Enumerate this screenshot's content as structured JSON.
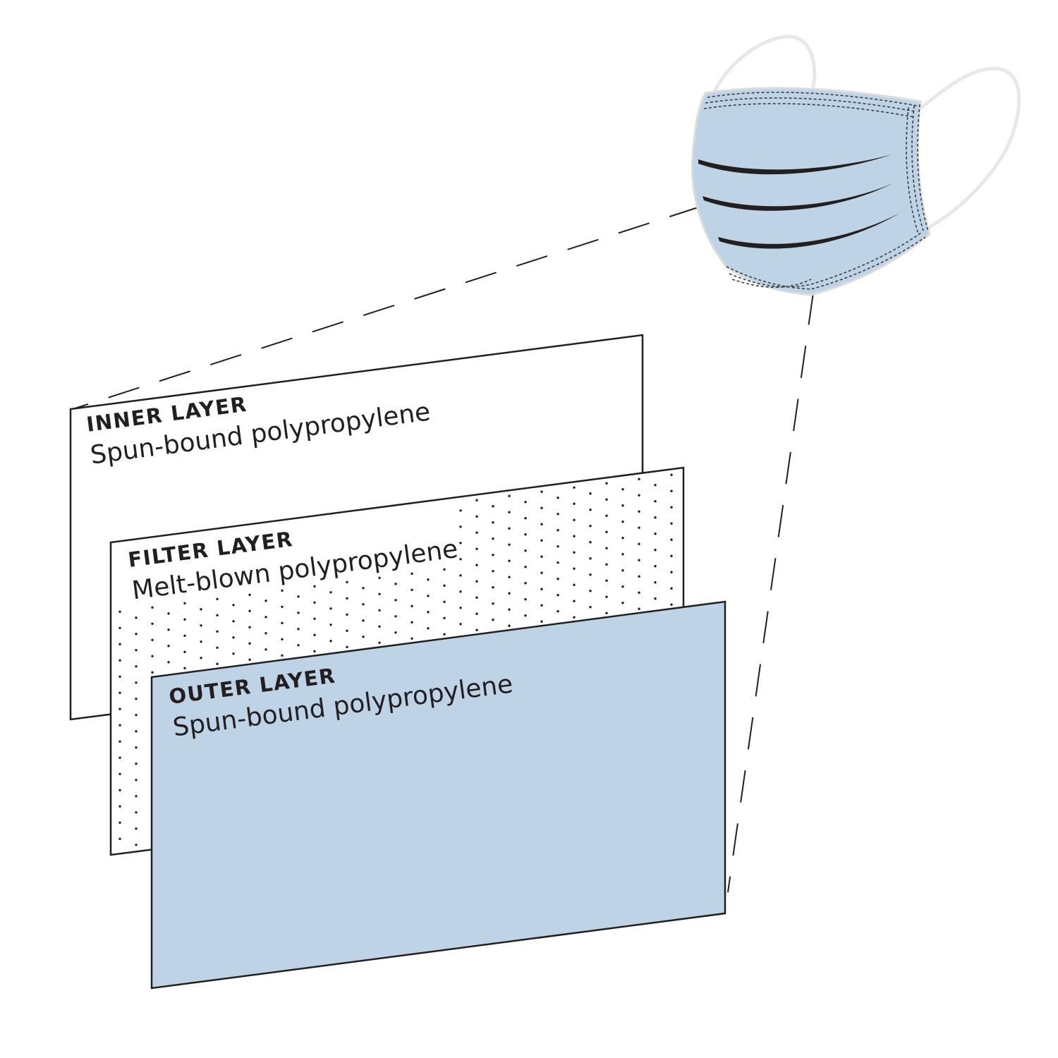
{
  "colors": {
    "mask_blue": "#bed3e6",
    "ink": "#231f20",
    "ear_loop": "#e8e8e8",
    "background": "#ffffff"
  },
  "layers": [
    {
      "id": "inner",
      "title": "INNER LAYER",
      "material": "Spun-bound polypropylene",
      "fill": "#ffffff",
      "pattern": "none"
    },
    {
      "id": "filter",
      "title": "FILTER LAYER",
      "material": "Melt-blown polypropylene",
      "fill": "#ffffff",
      "pattern": "dots"
    },
    {
      "id": "outer",
      "title": "OUTER LAYER",
      "material": "Spun-bound polypropylene",
      "fill": "#bed3e6",
      "pattern": "none"
    }
  ],
  "illustration": {
    "subject": "surgical-mask",
    "pleat_count": 3,
    "ear_loops": 2
  }
}
